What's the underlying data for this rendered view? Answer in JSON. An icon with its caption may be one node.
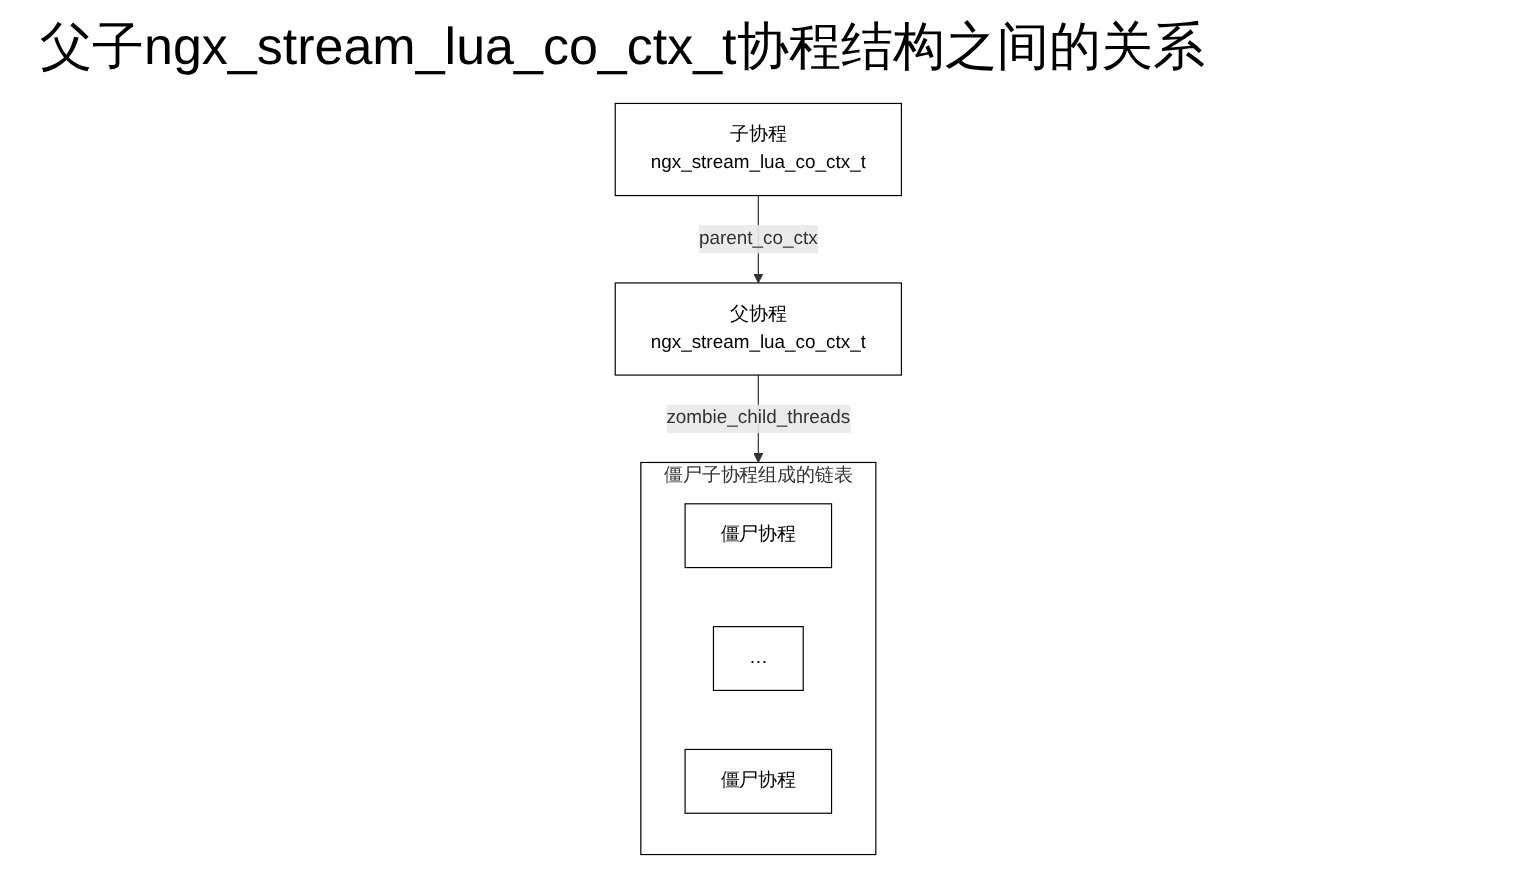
{
  "diagram": {
    "title": "父子ngx_stream_lua_co_ctx_t协程结构之间的关系",
    "nodes": [
      {
        "text": [
          "父协程",
          "ngx_stream_lua_co_ctx_t"
        ]
      },
      {
        "text": [
          "子协程",
          "ngx_stream_lua_co_ctx_t"
        ]
      },
      {
        "text": [
          "僵尸子协程组成的链表"
        ]
      },
      {
        "text": [
          "僵尸协程"
        ],
        "in": 2
      },
      {
        "text": [
          "…"
        ],
        "in": 2
      },
      {
        "text": [
          "僵尸协程"
        ],
        "in": 2
      }
    ],
    "edges": [
      {
        "from": 1,
        "to": 0,
        "arrow": "to",
        "label": "parent_co_ctx"
      },
      {
        "from": 0,
        "to": 2,
        "arrow": "to",
        "label": "zombie_child_threads"
      }
    ]
  }
}
